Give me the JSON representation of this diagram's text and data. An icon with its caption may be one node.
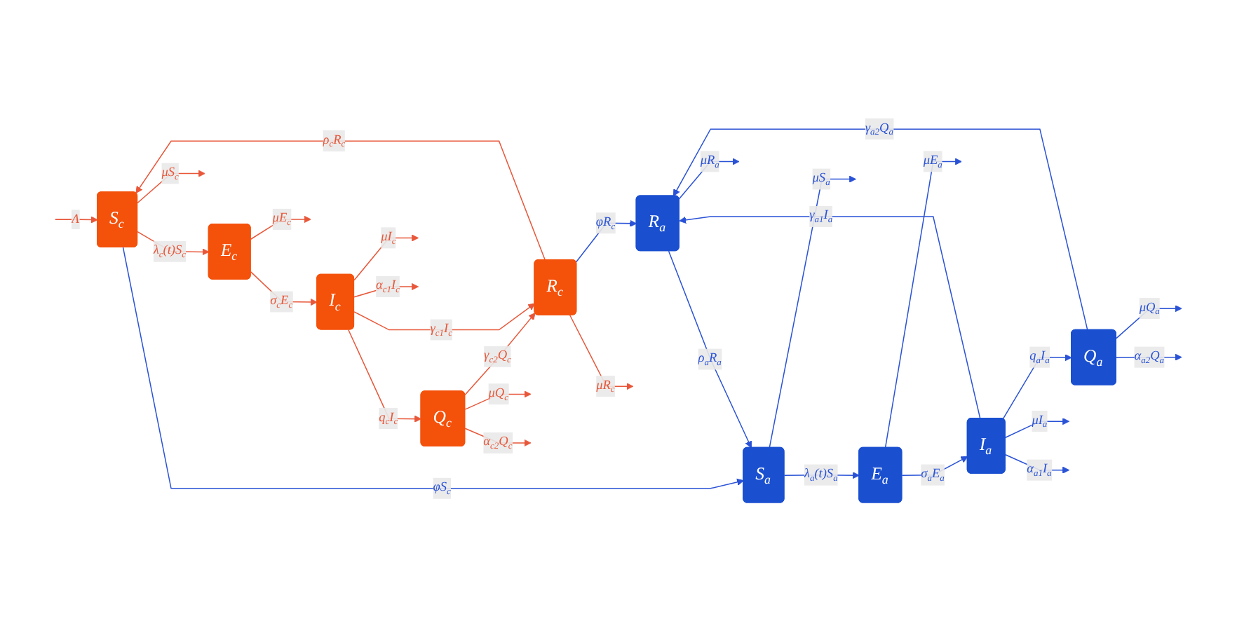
{
  "diagram": {
    "nodes": [
      {
        "text": [
          "S$_{c}$"
        ]
      },
      {
        "text": [
          "E$_{c}$"
        ]
      },
      {
        "text": [
          "I$_{c}$"
        ]
      },
      {
        "text": [
          "Q$_{c}$"
        ]
      },
      {
        "text": [
          "R$_{c}$"
        ]
      },
      {
        "text": [
          "S$_{a}$"
        ]
      },
      {
        "text": [
          "E$_{a}$"
        ]
      },
      {
        "text": [
          "I$_{a}$"
        ]
      },
      {
        "text": [
          "Q$_{a}$"
        ]
      },
      {
        "text": [
          "R$_{a}$"
        ]
      }
    ],
    "edges": [
      {
        "from": null,
        "to": 0,
        "arrow": "to",
        "label": "Λ",
        "color": "#e8573a"
      },
      {
        "from": 0,
        "to": null,
        "arrow": "to",
        "label": "μS$_{c}$",
        "color": "#e8573a"
      },
      {
        "from": 0,
        "to": 1,
        "arrow": "to",
        "label": "λ$_{c}$(t)S$_{c}$",
        "color": "#e8573a"
      },
      {
        "from": 1,
        "to": null,
        "arrow": "to",
        "label": "μE$_{c}$",
        "color": "#e8573a"
      },
      {
        "from": 1,
        "to": 2,
        "arrow": "to",
        "label": "σ$_{c}$E$_{c}$",
        "color": "#e8573a"
      },
      {
        "from": 2,
        "to": null,
        "arrow": "to",
        "label": "μI$_{c}$",
        "color": "#e8573a"
      },
      {
        "from": 2,
        "to": null,
        "arrow": "to",
        "label": "α$_{c1}$I$_{c}$",
        "color": "#e8573a"
      },
      {
        "from": 2,
        "to": 3,
        "arrow": "to",
        "label": "q$_{c}$I$_{c}$",
        "color": "#e8573a"
      },
      {
        "from": 3,
        "to": null,
        "arrow": "to",
        "label": "μQ$_{c}$",
        "color": "#e8573a"
      },
      {
        "from": 3,
        "to": null,
        "arrow": "to",
        "label": "α$_{c2}$Q$_{c}$",
        "color": "#e8573a"
      },
      {
        "from": 3,
        "to": 4,
        "arrow": "to",
        "label": "γ$_{c2}$Q$_{c}$",
        "color": "#e8573a"
      },
      {
        "from": 2,
        "to": 4,
        "arrow": "to",
        "label": "γ$_{c1}$I$_{c}$",
        "color": "#e8573a"
      },
      {
        "from": 4,
        "to": null,
        "arrow": "to",
        "label": "μR$_{c}$",
        "color": "#e8573a"
      },
      {
        "from": 4,
        "to": 0,
        "arrow": "to",
        "label": "ρ$_{c}$R$_{c}$",
        "color": "#e8573a"
      },
      {
        "from": 0,
        "to": 5,
        "arrow": "to",
        "label": "φS$_{c}$",
        "color": "#2a52d6"
      },
      {
        "from": 4,
        "to": 9,
        "arrow": "to",
        "label": "φR$_{c}$",
        "color": "#2a52d6"
      },
      {
        "from": 5,
        "to": 6,
        "arrow": "to",
        "label": "λ$_{a}$(t)S$_{a}$",
        "color": "#2a52d6"
      },
      {
        "from": 5,
        "to": null,
        "arrow": "to",
        "label": "μS$_{a}$",
        "color": "#2a52d6"
      },
      {
        "from": 6,
        "to": 7,
        "arrow": "to",
        "label": "σ$_{a}$E$_{a}$",
        "color": "#2a52d6"
      },
      {
        "from": 6,
        "to": null,
        "arrow": "to",
        "label": "μE$_{a}$",
        "color": "#2a52d6"
      },
      {
        "from": 7,
        "to": 8,
        "arrow": "to",
        "label": "q$_{a}$I$_{a}$",
        "color": "#2a52d6"
      },
      {
        "from": 7,
        "to": 9,
        "arrow": "to",
        "label": "γ$_{a1}$I$_{a}$",
        "color": "#2a52d6"
      },
      {
        "from": 7,
        "to": null,
        "arrow": "to",
        "label": "μI$_{a}$",
        "color": "#2a52d6"
      },
      {
        "from": 7,
        "to": null,
        "arrow": "to",
        "label": "α$_{a1}$I$_{a}$",
        "color": "#2a52d6"
      },
      {
        "from": 8,
        "to": 9,
        "arrow": "to",
        "label": "γ$_{a2}$Q$_{a}$",
        "color": "#2a52d6"
      },
      {
        "from": 8,
        "to": null,
        "arrow": "to",
        "label": "μQ$_{a}$",
        "color": "#2a52d6"
      },
      {
        "from": 8,
        "to": null,
        "arrow": "to",
        "label": "α$_{a2}$Q$_{a}$",
        "color": "#2a52d6"
      },
      {
        "from": 9,
        "to": null,
        "arrow": "to",
        "label": "μR$_{a}$",
        "color": "#2a52d6"
      },
      {
        "from": 9,
        "to": 5,
        "arrow": "to",
        "label": "ρ$_{a}$R$_{a}$",
        "color": "#2a52d6"
      }
    ]
  }
}
